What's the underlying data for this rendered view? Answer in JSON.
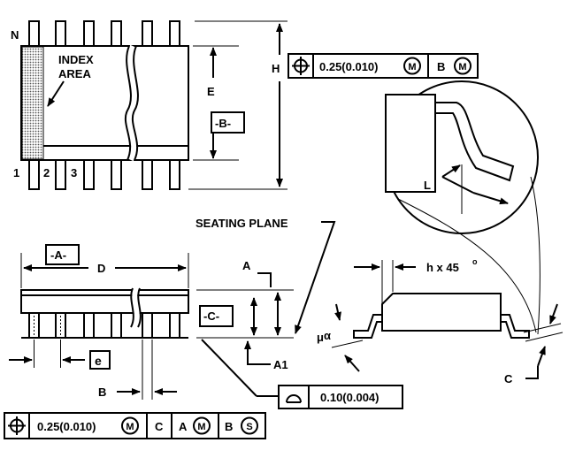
{
  "labels": {
    "pin_n": "N",
    "index_area_1": "INDEX",
    "index_area_2": "AREA",
    "pin_1": "1",
    "pin_2": "2",
    "pin_3": "3",
    "dim_e": "E",
    "datum_b": "-B-",
    "dim_h": "H",
    "seating_plane": "SEATING PLANE",
    "datum_a": "-A-",
    "dim_d": "D",
    "dim_a": "A",
    "datum_c": "-C-",
    "dim_a1": "A1",
    "dim_e_pitch": "e",
    "dim_b": "B",
    "dim_l": "L",
    "chamfer": "h x 45",
    "chamfer_deg": "o",
    "dim_c": "C",
    "angle": "α",
    "angle_prefix": "μ"
  },
  "fcf_h": {
    "tol": "0.25(0.010)",
    "m1": "M",
    "datum": "B",
    "m2": "M"
  },
  "fcf_flatness": {
    "tol": "0.10(0.004)"
  },
  "fcf_b": {
    "tol": "0.25(0.010)",
    "m1": "M",
    "d1": "C",
    "d2": "A",
    "m2": "M",
    "d3": "B",
    "s": "S"
  }
}
